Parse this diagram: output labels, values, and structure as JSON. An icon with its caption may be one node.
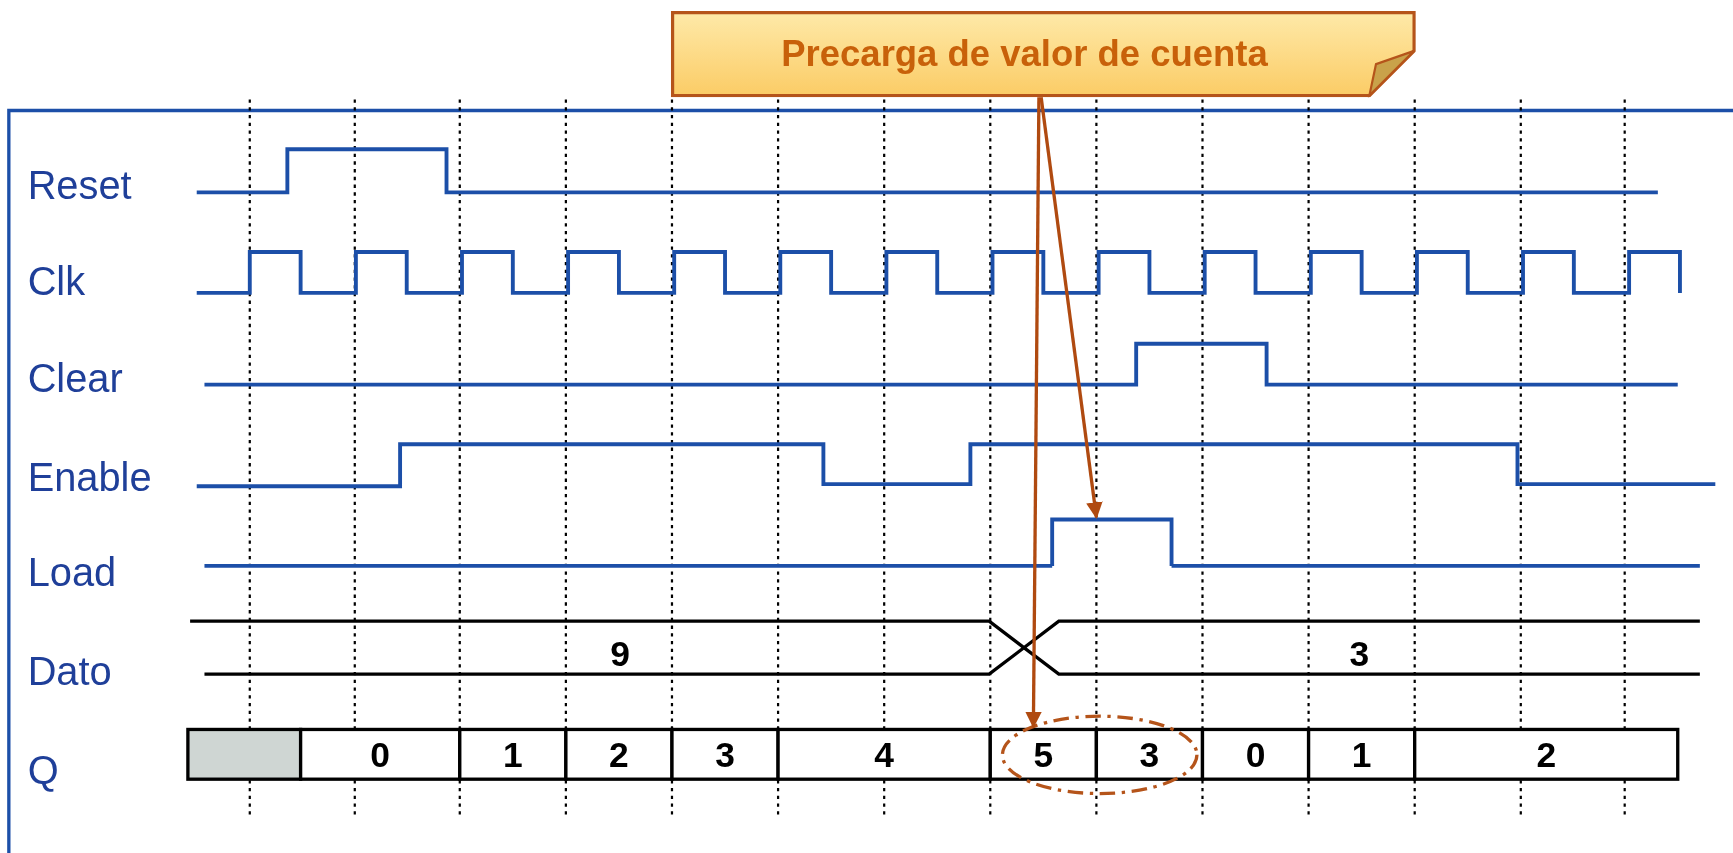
{
  "diagram": {
    "nodes": [
      {
        "text": [
          "Precarga de valor de cuenta"
        ]
      },
      {
        "text": [],
        "shape": "ellipse"
      },
      {
        "text": [],
        "shape": "bar"
      }
    ],
    "edges": [
      {
        "from": 0,
        "to": 2,
        "arrow": "to"
      },
      {
        "from": 0,
        "to": 1,
        "arrow": "to"
      }
    ],
    "labels": [
      "Reset",
      "Clk",
      "Clear",
      "Enable",
      "Load",
      "Dato",
      "9",
      "3",
      "Q",
      "0",
      "1",
      "2",
      "3",
      "4",
      "5",
      "3",
      "0",
      "1",
      "2"
    ]
  }
}
